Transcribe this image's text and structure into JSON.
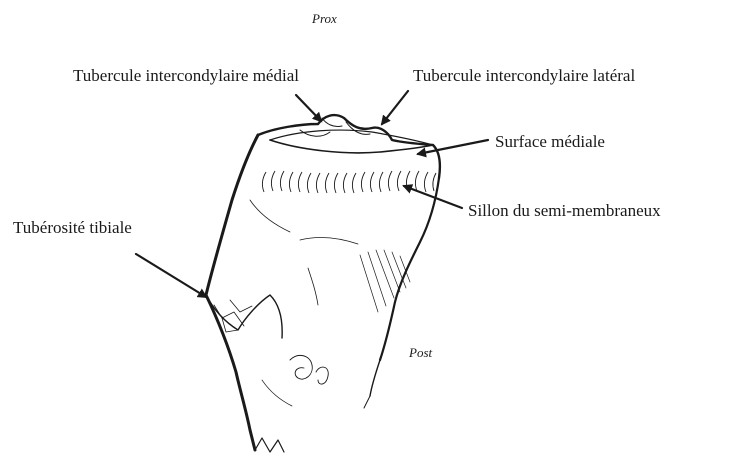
{
  "orientation": {
    "top": "Prox",
    "right": "Post"
  },
  "labels": {
    "medial_tubercle": "Tubercule intercondylaire médial",
    "lateral_tubercle": "Tubercule intercondylaire latéral",
    "medial_surface": "Surface médiale",
    "semimembranosus_groove": "Sillon du semi-membraneux",
    "tibial_tuberosity": "Tubérosité tibiale"
  },
  "colors": {
    "ink": "#1a1a1a",
    "background": "#ffffff"
  }
}
